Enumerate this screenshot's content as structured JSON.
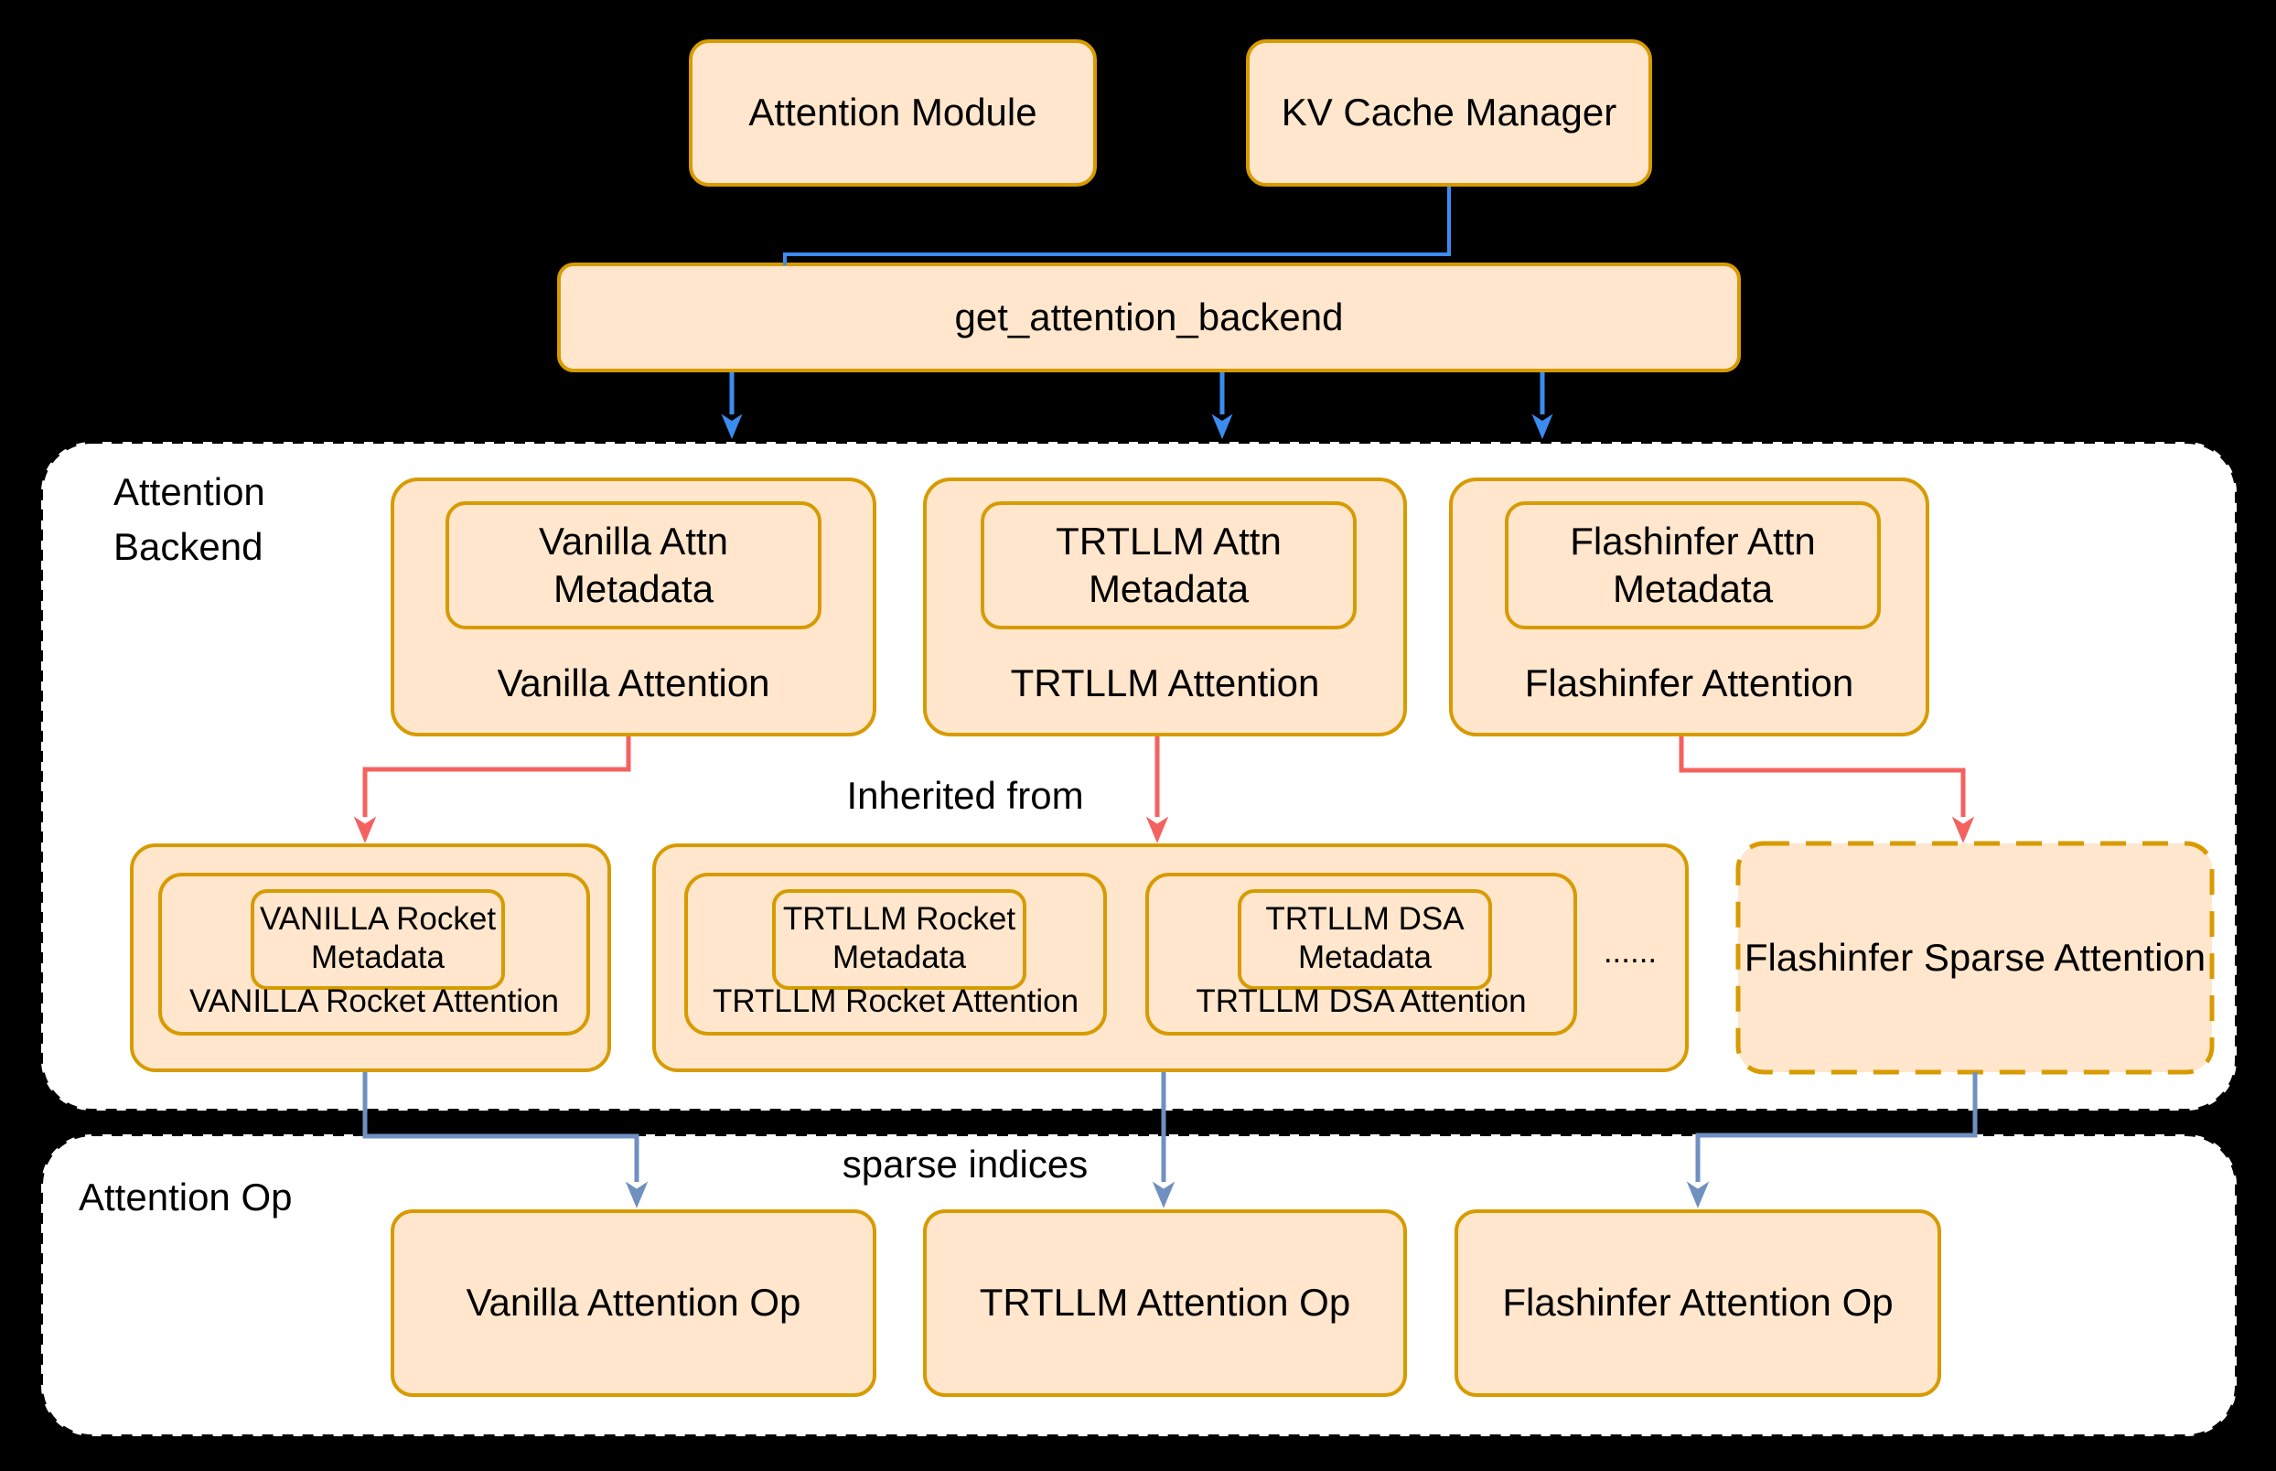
{
  "colors": {
    "background": "#000000",
    "node_fill": "#FFE6CC",
    "node_stroke": "#D79B00",
    "section_fill": "#FFFFFF",
    "section_stroke": "#000000",
    "arrow_blue": "#3B8CF0",
    "arrow_red": "#F4625F",
    "arrow_bluegray": "#7090C0",
    "arrow_black": "#000000",
    "text": "#000000"
  },
  "top": {
    "attention_module": "Attention Module",
    "kv_cache_manager": "KV Cache Manager",
    "get_attention_backend": "get_attention_backend"
  },
  "backend_section": {
    "label_line1": "Attention",
    "label_line2": "Backend",
    "inherited_from_label": "Inherited from",
    "backends": [
      {
        "metadata_line1": "Vanilla Attn",
        "metadata_line2": "Metadata",
        "label": "Vanilla Attention"
      },
      {
        "metadata_line1": "TRTLLM Attn",
        "metadata_line2": "Metadata",
        "label": "TRTLLM Attention"
      },
      {
        "metadata_line1": "Flashinfer Attn",
        "metadata_line2": "Metadata",
        "label": "Flashinfer Attention"
      }
    ],
    "derived": [
      {
        "metadata_line1": "VANILLA Rocket",
        "metadata_line2": "Metadata",
        "label": "VANILLA Rocket Attention"
      },
      {
        "metadata_line1": "TRTLLM Rocket",
        "metadata_line2": "Metadata",
        "label": "TRTLLM Rocket Attention"
      },
      {
        "metadata_line1": "TRTLLM DSA",
        "metadata_line2": "Metadata",
        "label": "TRTLLM DSA Attention"
      }
    ],
    "ellipsis": "......",
    "flashinfer_sparse_label": "Flashinfer Sparse Attention"
  },
  "op_section": {
    "label": "Attention Op",
    "sparse_indices_label": "sparse indices",
    "ops": [
      {
        "label": "Vanilla Attention Op"
      },
      {
        "label": "TRTLLM Attention Op"
      },
      {
        "label": "Flashinfer Attention Op"
      }
    ]
  }
}
